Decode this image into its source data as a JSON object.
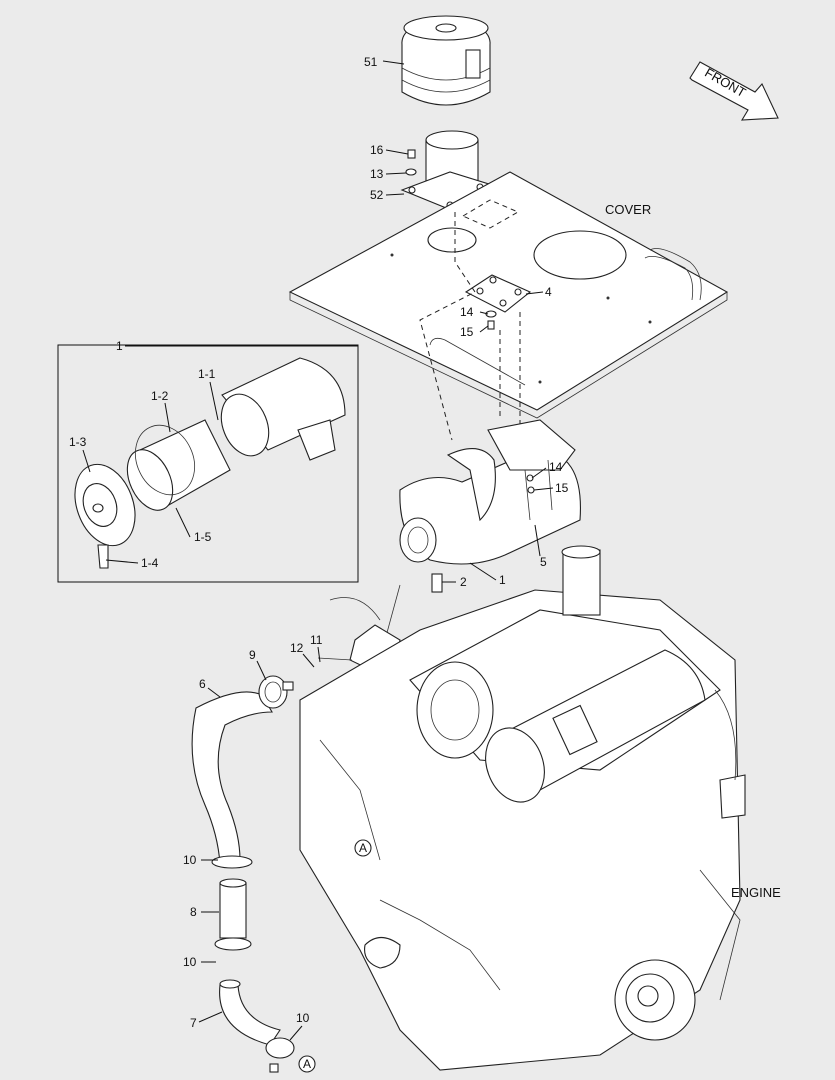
{
  "callouts": [
    {
      "id": "c51",
      "text": "51"
    },
    {
      "id": "c16",
      "text": "16"
    },
    {
      "id": "c13",
      "text": "13"
    },
    {
      "id": "c52",
      "text": "52"
    },
    {
      "id": "c4",
      "text": "4"
    },
    {
      "id": "c14a",
      "text": "14"
    },
    {
      "id": "c15a",
      "text": "15"
    },
    {
      "id": "c1box",
      "text": "1"
    },
    {
      "id": "c1_1",
      "text": "1-1"
    },
    {
      "id": "c1_2",
      "text": "1-2"
    },
    {
      "id": "c1_3",
      "text": "1-3"
    },
    {
      "id": "c1_4",
      "text": "1-4"
    },
    {
      "id": "c1_5",
      "text": "1-5"
    },
    {
      "id": "c14b",
      "text": "14"
    },
    {
      "id": "c15b",
      "text": "15"
    },
    {
      "id": "c5",
      "text": "5"
    },
    {
      "id": "c1",
      "text": "1"
    },
    {
      "id": "c2",
      "text": "2"
    },
    {
      "id": "c11",
      "text": "11"
    },
    {
      "id": "c12",
      "text": "12"
    },
    {
      "id": "c9",
      "text": "9"
    },
    {
      "id": "c6",
      "text": "6"
    },
    {
      "id": "c10a",
      "text": "10"
    },
    {
      "id": "c8",
      "text": "8"
    },
    {
      "id": "c10b",
      "text": "10"
    },
    {
      "id": "c7",
      "text": "7"
    },
    {
      "id": "c10c",
      "text": "10"
    }
  ],
  "labels": {
    "cover": "COVER",
    "engine": "ENGINE",
    "front": "FRONT",
    "ref_a1": "A",
    "ref_a2": "A"
  }
}
